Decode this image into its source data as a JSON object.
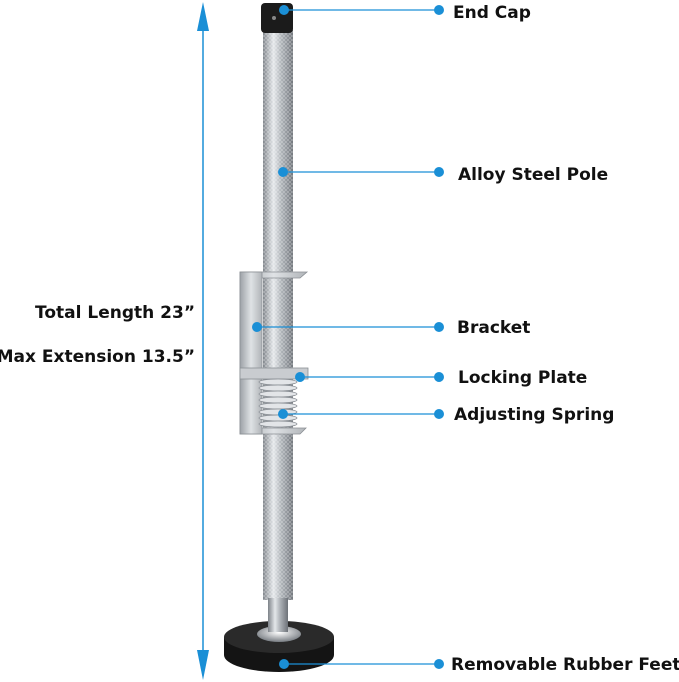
{
  "colors": {
    "accent": "#1a8fd6",
    "text": "#111111",
    "rubber": "#1a1a1a",
    "steel": "#b9bdc2"
  },
  "dimensions": {
    "total_length": "Total Length 23”",
    "max_extension": "Max Extension 13.5”"
  },
  "callouts": [
    {
      "label": "End Cap"
    },
    {
      "label": "Alloy Steel Pole"
    },
    {
      "label": "Bracket"
    },
    {
      "label": "Locking Plate"
    },
    {
      "label": "Adjusting Spring"
    },
    {
      "label": "Removable Rubber Feet"
    }
  ]
}
